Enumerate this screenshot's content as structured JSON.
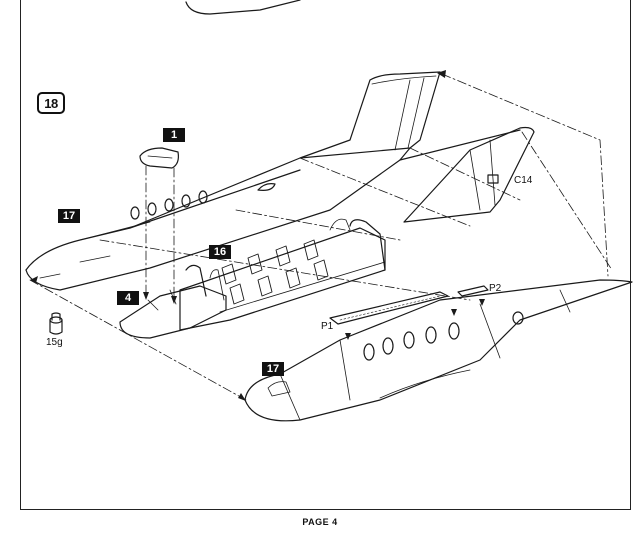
{
  "step": {
    "number": "18"
  },
  "part_tags": {
    "canopy_part": "1",
    "fuselage_left_top": "17",
    "fuselage_right_bottom": "17",
    "cabin_interior": "16",
    "cockpit_floor": "4"
  },
  "labels": {
    "tailplane_part": "C14",
    "insert_p1": "P1",
    "insert_p2": "P2",
    "nose_weight": "15g"
  },
  "footer": {
    "page_label": "PAGE 4"
  }
}
